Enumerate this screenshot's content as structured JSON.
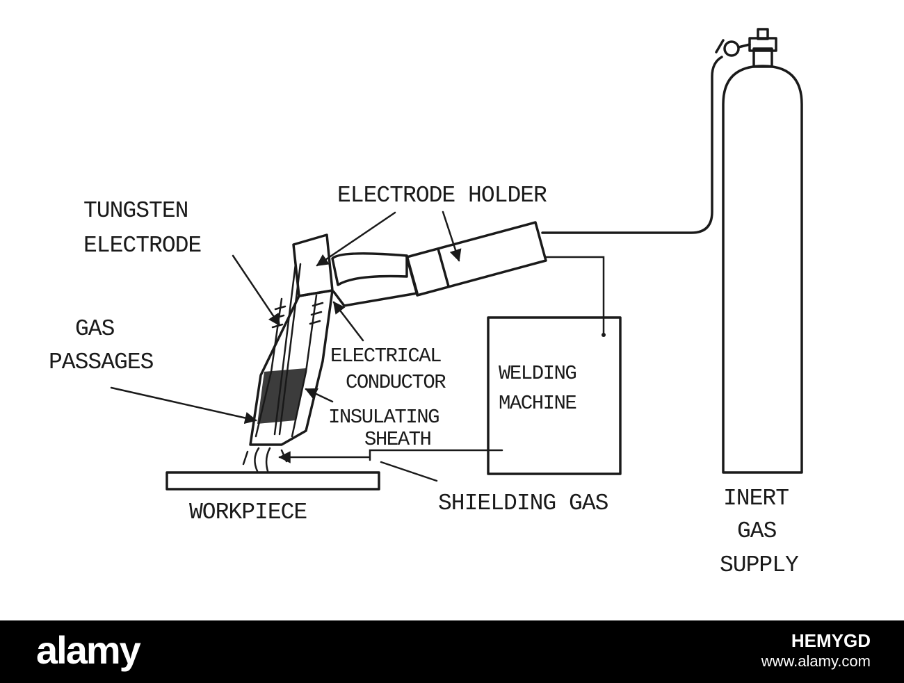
{
  "diagram": {
    "labels": {
      "tungsten_electrode": [
        "TUNGSTEN",
        "ELECTRODE"
      ],
      "electrode_holder": "ELECTRODE HOLDER",
      "gas_passages": [
        "GAS",
        "PASSAGES"
      ],
      "electrical_conductor": [
        "ELECTRICAL",
        "CONDUCTOR"
      ],
      "insulating_sheath": [
        "INSULATING",
        "SHEATH"
      ],
      "welding_machine": [
        "WELDING",
        "MACHINE"
      ],
      "shielding_gas": "SHIELDING GAS",
      "workpiece": "WORKPIECE",
      "inert_gas_supply": [
        "INERT",
        "GAS",
        "SUPPLY"
      ]
    },
    "ink_color": "#1a1a1a"
  },
  "footer": {
    "brand": "alamy",
    "image_id": "HEMYGD",
    "url": "www.alamy.com"
  }
}
